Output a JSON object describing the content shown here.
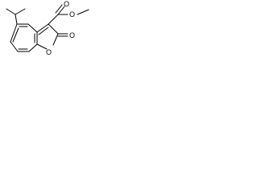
{
  "molecule": {
    "atoms": {
      "ester_oxygen_methyl": "O",
      "carbonyl_oxygen_ester": "O",
      "lactone_carbonyl_oxygen": "O",
      "ring_oxygen": "O"
    }
  },
  "colors": {
    "bond": "#000000",
    "label": "#000000",
    "background": "#ffffff"
  }
}
